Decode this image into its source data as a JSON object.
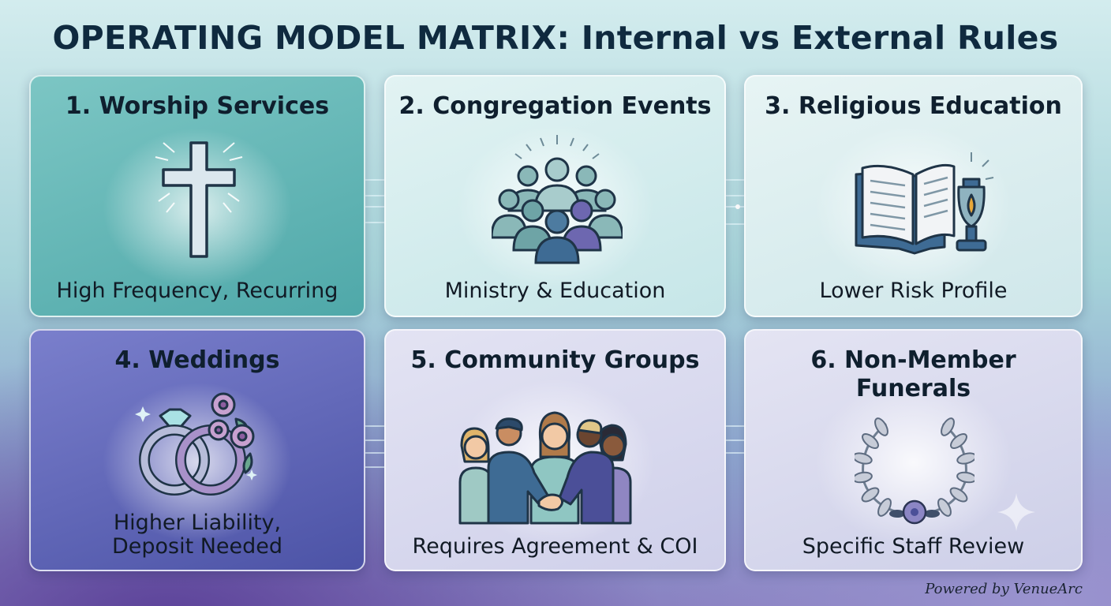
{
  "title": "OPERATING MODEL MATRIX: Internal vs External Rules",
  "cards": [
    {
      "title": "1. Worship Services",
      "subtitle": "High Frequency, Recurring",
      "icon": "cross-icon"
    },
    {
      "title": "2. Congregation Events",
      "subtitle": "Ministry & Education",
      "icon": "congregation-group-icon"
    },
    {
      "title": "3. Religious Education",
      "subtitle": "Lower Risk Profile",
      "icon": "open-book-lamp-icon"
    },
    {
      "title": "4. Weddings",
      "subtitle_line1": "Higher Liability,",
      "subtitle_line2": "Deposit Needed",
      "icon": "wedding-rings-icon"
    },
    {
      "title": "5. Community Groups",
      "subtitle": "Requires Agreement & COI",
      "icon": "community-handshake-icon"
    },
    {
      "title_line1": "6. Non-Member",
      "title_line2": "Funerals",
      "subtitle": "Specific Staff Review",
      "icon": "laurel-wreath-icon"
    }
  ],
  "footer": "Powered by VenueArc",
  "colors": {
    "title": "#0f2a3f",
    "teal_card": "#5fb3b3",
    "indigo_card": "#5a61b3",
    "light_teal_card": "#d3ecee",
    "lavender_card": "#d8d8ee"
  }
}
